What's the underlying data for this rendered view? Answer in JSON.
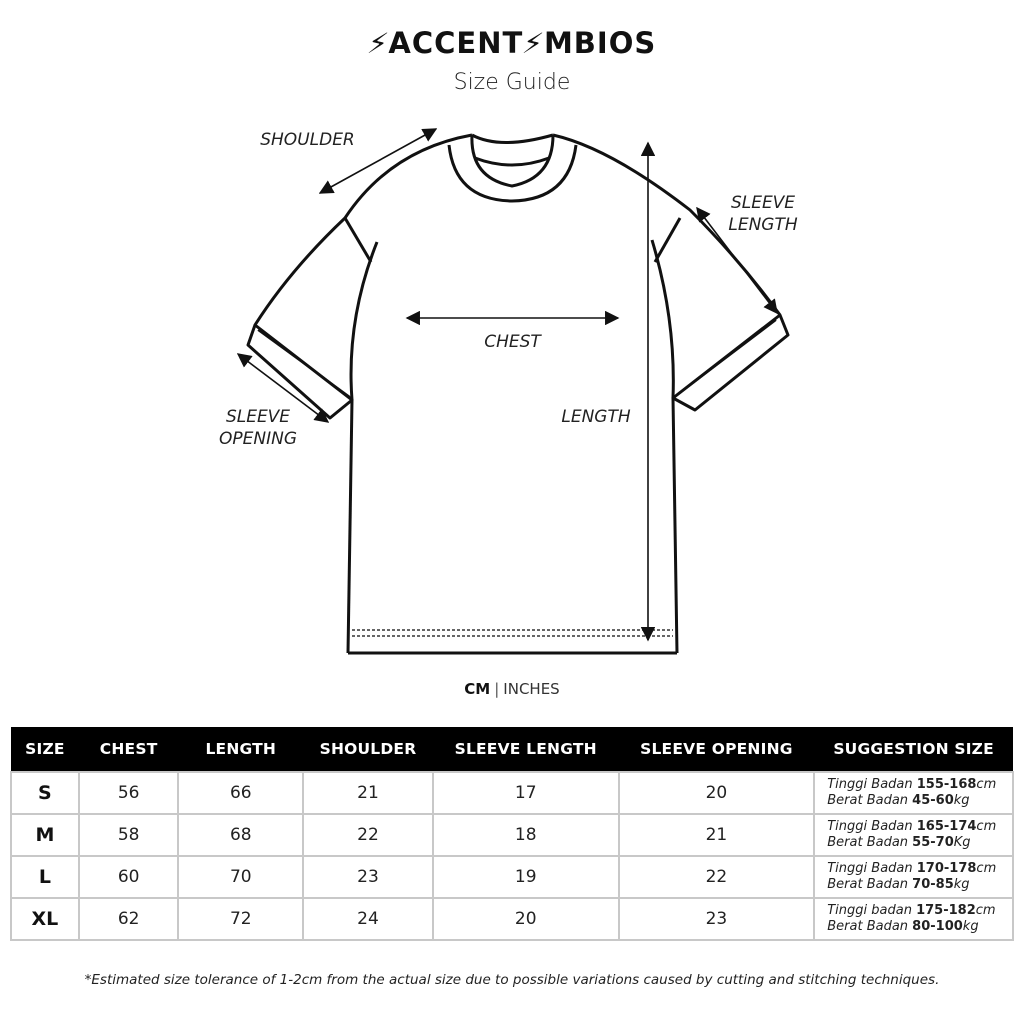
{
  "header": {
    "brand_part1": "ACCENT",
    "brand_part2": "MBIOS",
    "brand_bolt_glyph": "Λ",
    "subtitle": "Size Guide"
  },
  "diagram": {
    "labels": {
      "shoulder": "SHOULDER",
      "sleeve_length_line1": "SLEEVE",
      "sleeve_length_line2": "LENGTH",
      "chest": "CHEST",
      "length": "LENGTH",
      "sleeve_opening_line1": "SLEEVE",
      "sleeve_opening_line2": "OPENING"
    }
  },
  "units": {
    "active": "CM",
    "separator": "|",
    "inactive": "INCHES"
  },
  "table": {
    "headers": [
      "SIZE",
      "CHEST",
      "LENGTH",
      "SHOULDER",
      "SLEEVE LENGTH",
      "SLEEVE OPENING",
      "SUGGESTION SIZE"
    ],
    "rows": [
      {
        "size": "S",
        "chest": "56",
        "length": "66",
        "shoulder": "21",
        "sleeve_length": "17",
        "sleeve_opening": "20",
        "height_label": "Tinggi Badan ",
        "height_value": "155-168",
        "height_unit": "cm",
        "weight_label": "Berat Badan ",
        "weight_value": "45-60",
        "weight_unit": "kg"
      },
      {
        "size": "M",
        "chest": "58",
        "length": "68",
        "shoulder": "22",
        "sleeve_length": "18",
        "sleeve_opening": "21",
        "height_label": "Tinggi Badan ",
        "height_value": "165-174",
        "height_unit": "cm",
        "weight_label": "Berat Badan ",
        "weight_value": "55-70",
        "weight_unit": "Kg"
      },
      {
        "size": "L",
        "chest": "60",
        "length": "70",
        "shoulder": "23",
        "sleeve_length": "19",
        "sleeve_opening": "22",
        "height_label": "Tinggi Badan ",
        "height_value": "170-178",
        "height_unit": "cm",
        "weight_label": "Berat Badan ",
        "weight_value": "70-85",
        "weight_unit": "kg"
      },
      {
        "size": "XL",
        "chest": "62",
        "length": "72",
        "shoulder": "24",
        "sleeve_length": "20",
        "sleeve_opening": "23",
        "height_label": "Tinggi badan ",
        "height_value": "175-182",
        "height_unit": "cm",
        "weight_label": "Berat Badan ",
        "weight_value": "80-100",
        "weight_unit": "kg"
      }
    ]
  },
  "footnote": "*Estimated size tolerance of 1-2cm from the actual size due to possible variations caused by cutting and stitching techniques.",
  "colors": {
    "header_bg": "#000000",
    "header_text": "#ffffff",
    "grid_border": "#c8c8c8",
    "ink": "#111111"
  }
}
